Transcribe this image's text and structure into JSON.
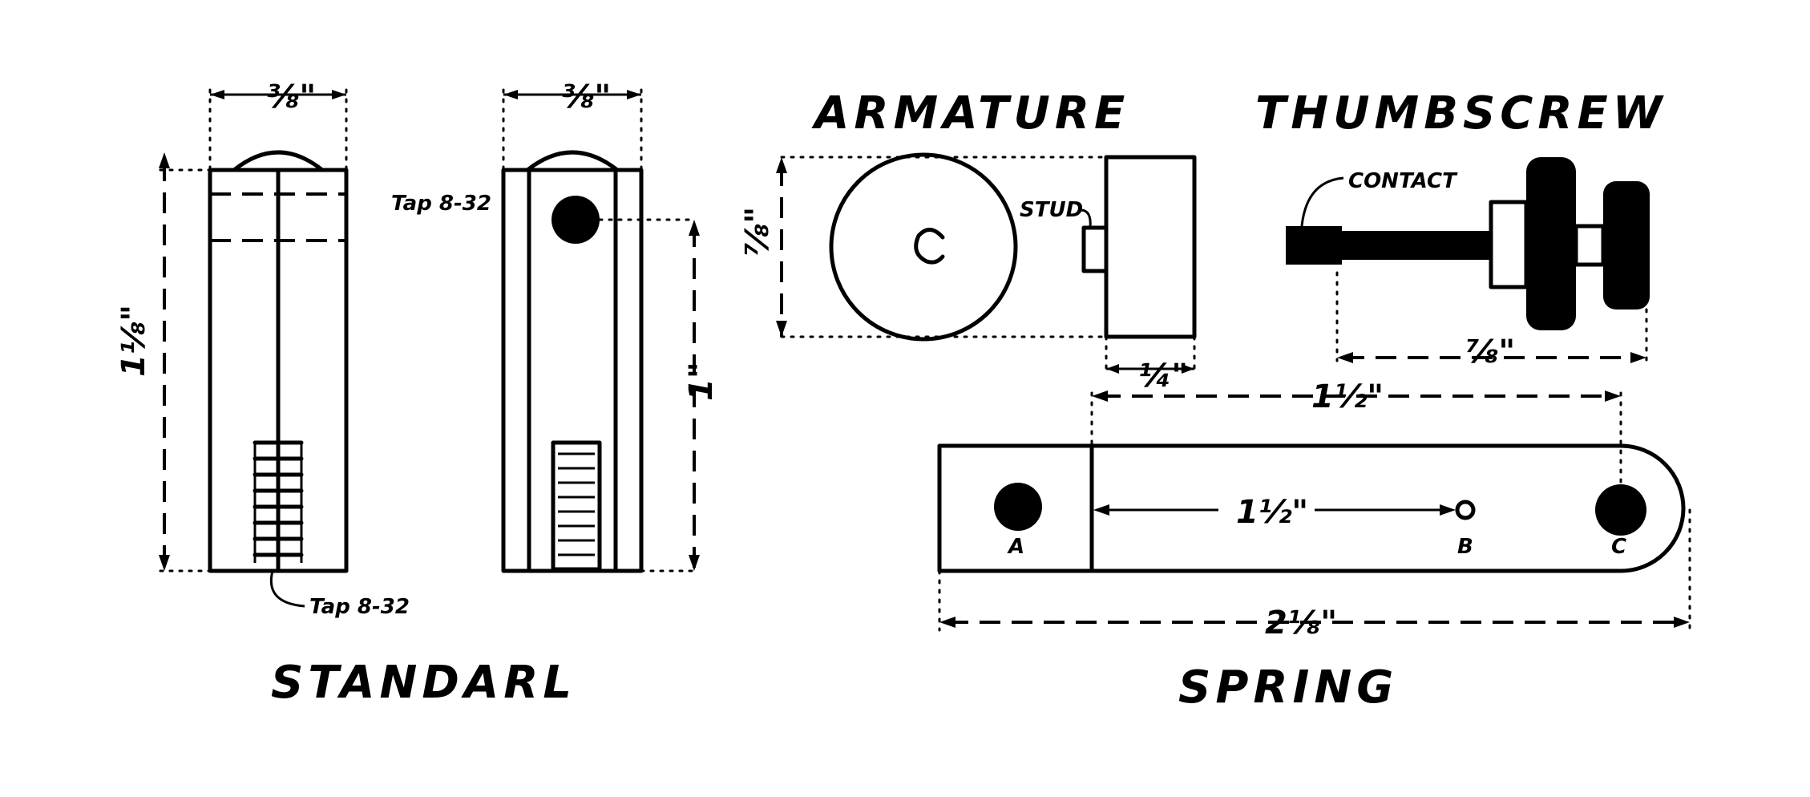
{
  "standard": {
    "title": "STANDARL",
    "tap_note_bottom": "Tap 8-32",
    "tap_note_side": "Tap 8-32",
    "dim_width_left": "⅜\"",
    "dim_width_right": "⅜\"",
    "dim_height": "1⅛\"",
    "dim_hole_height": "1\""
  },
  "armature": {
    "title": "ARMATURE",
    "stud_label": "STUD",
    "dim_diameter": "⅞\"",
    "dim_thickness": "¼\""
  },
  "thumbscrew": {
    "title": "THUMBSCREW",
    "contact_label": "CONTACT",
    "dim_length": "⅞\""
  },
  "spring": {
    "title": "SPRING",
    "point_a": "A",
    "point_b": "B",
    "point_c": "C",
    "dim_top": "1½\"",
    "dim_inner": "1½\"",
    "dim_total": "2⅛\""
  }
}
